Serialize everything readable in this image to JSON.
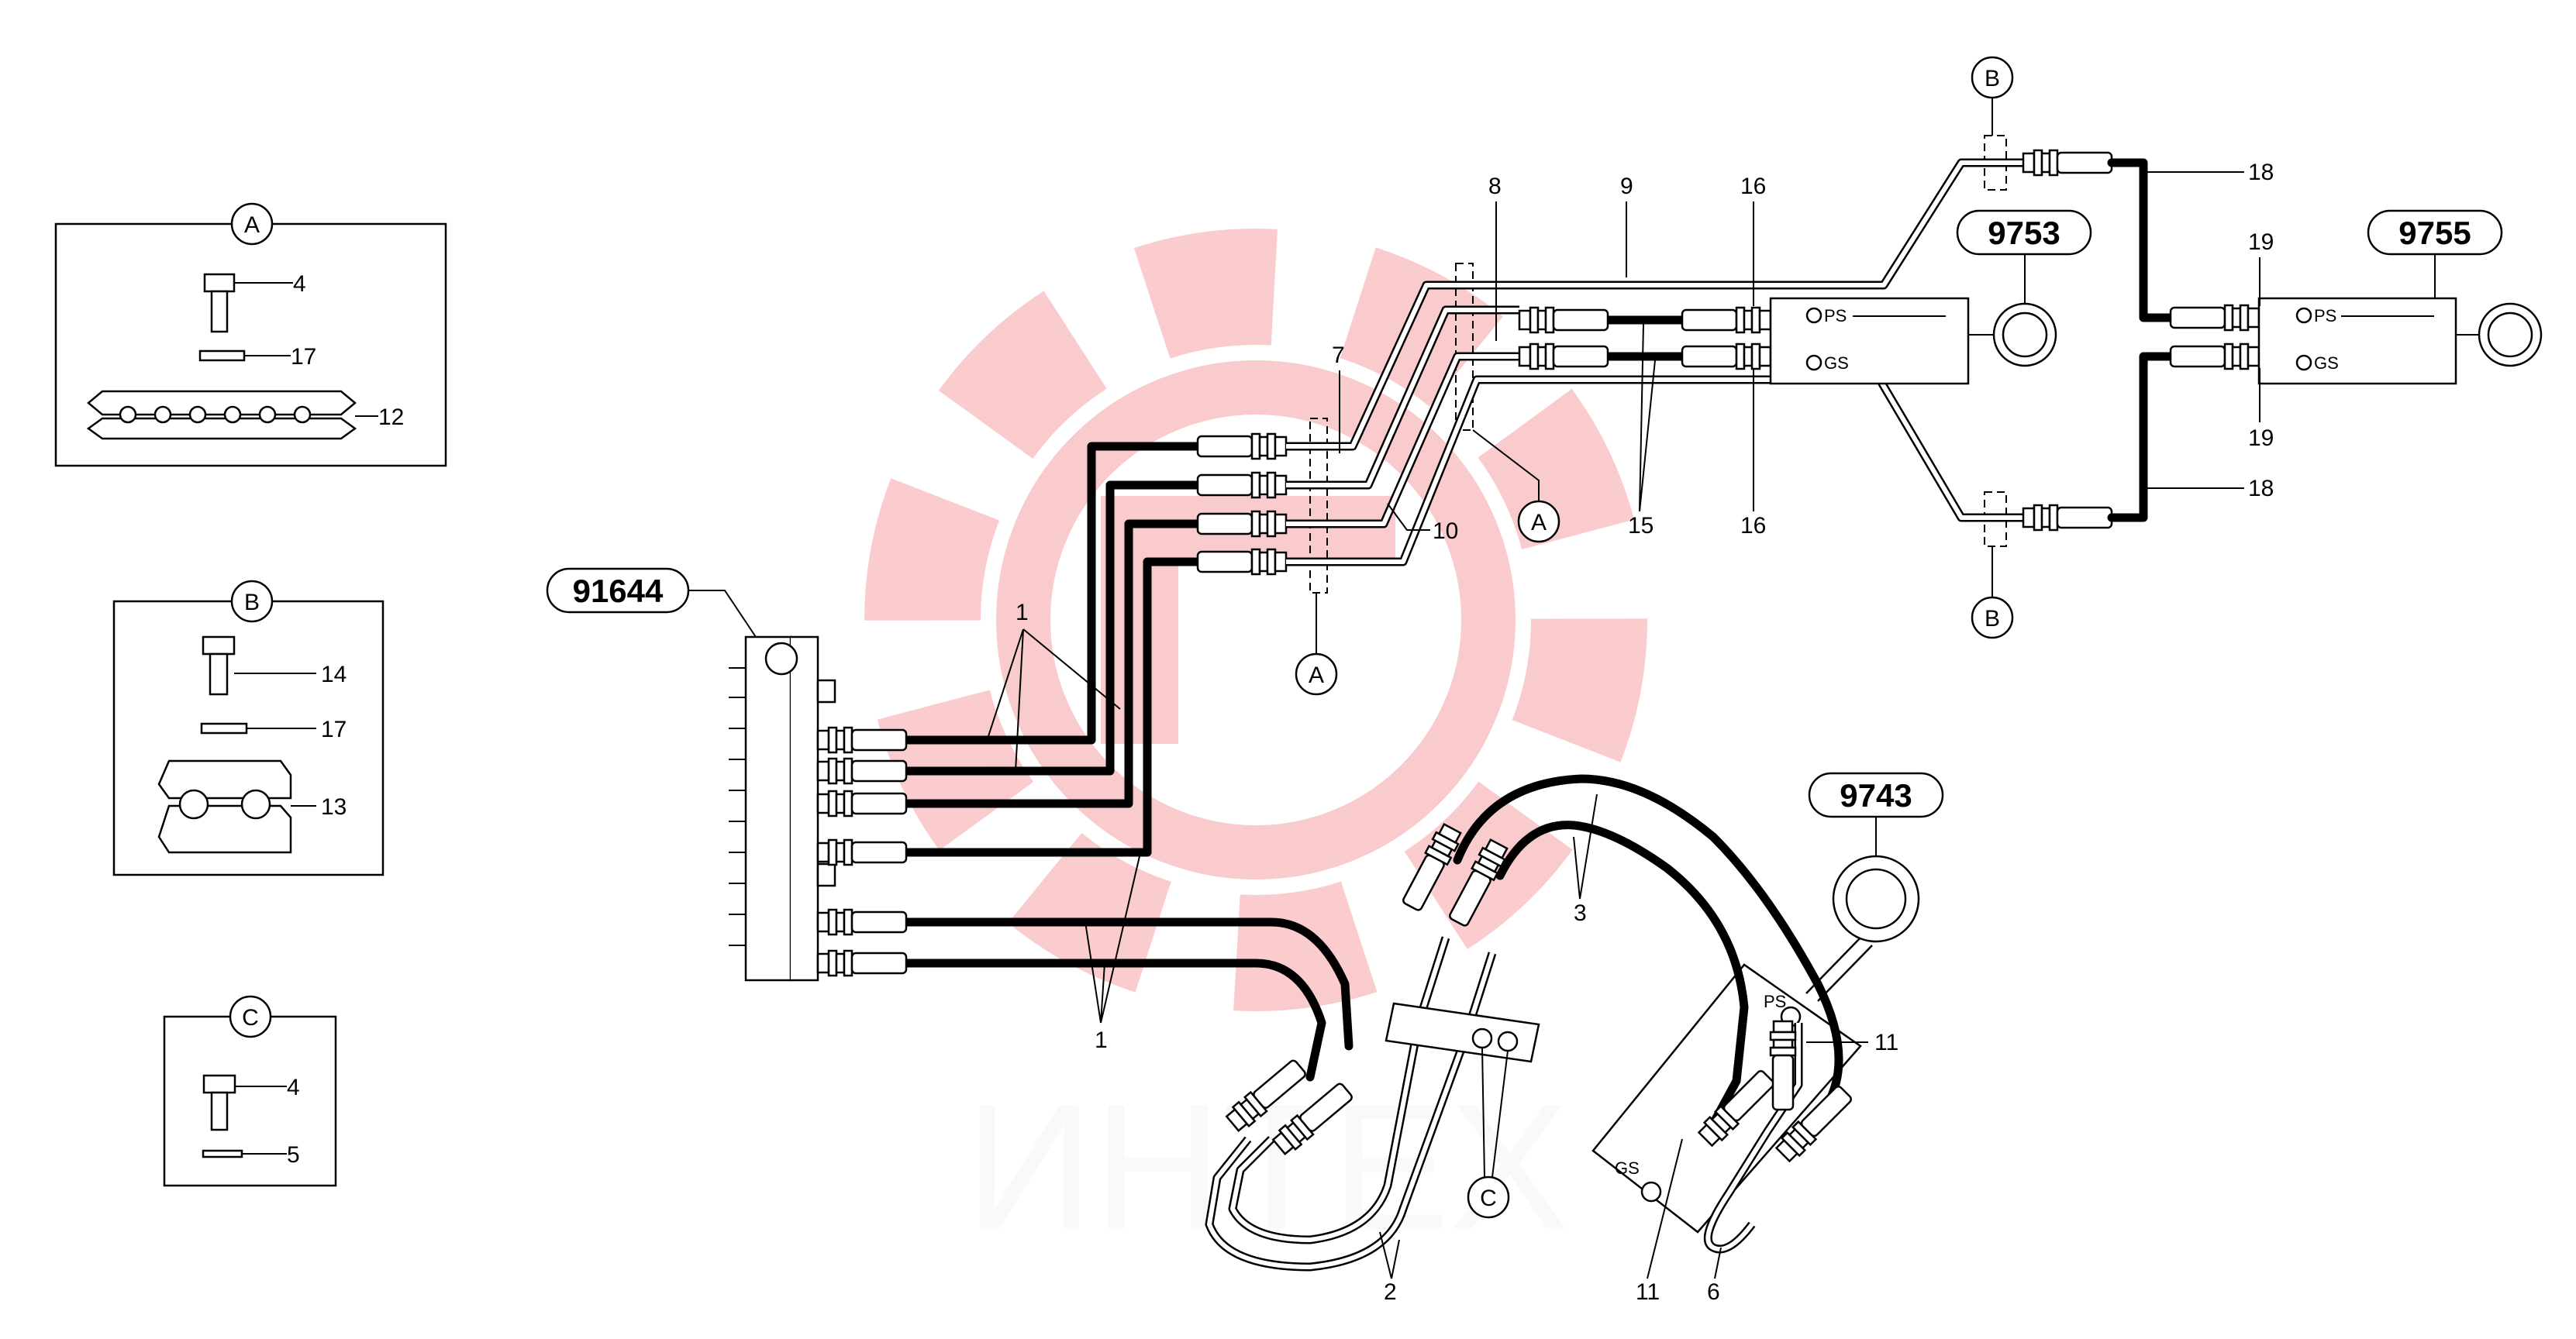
{
  "watermark": {
    "text": "ИНТЕХ",
    "color": "#e8191c"
  },
  "detail_boxes": {
    "a": {
      "title": "A",
      "items": [
        "4",
        "17",
        "12"
      ]
    },
    "b": {
      "title": "B",
      "items": [
        "14",
        "17",
        "13"
      ]
    },
    "c": {
      "title": "C",
      "items": [
        "4",
        "5"
      ]
    }
  },
  "components": {
    "valve_block": "91644",
    "cyl_9753": "9753",
    "cyl_9755": "9755",
    "cyl_9743": "9743"
  },
  "port_labels": {
    "ps": "PS",
    "gs": "GS"
  },
  "callouts": {
    "c1": "1",
    "c1b": "1",
    "c2": "2",
    "c3": "3",
    "c6": "6",
    "c7": "7",
    "c8": "8",
    "c9": "9",
    "c10": "10",
    "c11a": "11",
    "c11b": "11",
    "c15": "15",
    "c16a": "16",
    "c16b": "16",
    "c18a": "18",
    "c18b": "18",
    "c19a": "19",
    "c19b": "19"
  },
  "section_markers": {
    "a": "A",
    "b": "B",
    "c": "C"
  }
}
